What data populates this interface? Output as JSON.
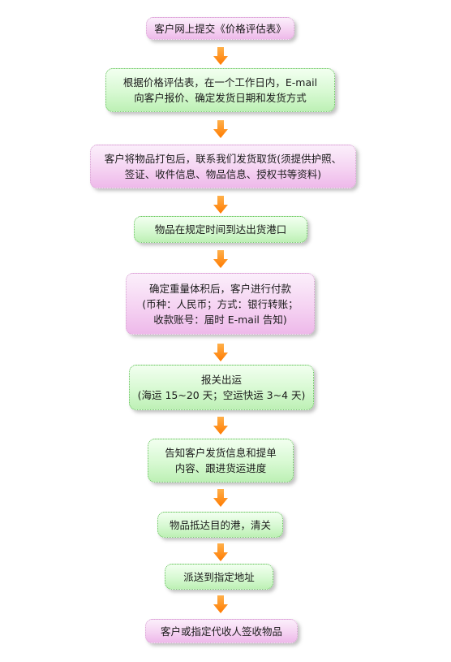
{
  "flow": {
    "colors": {
      "pink_box": "#f5d3f2",
      "green_box": "#d7f9d2",
      "arrow": "#ff8a1a"
    },
    "steps": [
      {
        "id": "submit-form",
        "style": "pink",
        "lines": [
          "客户网上提交《价格评估表》"
        ]
      },
      {
        "id": "quote",
        "style": "green",
        "lines": [
          "根据价格评估表，在一个工作日内，E-mail",
          "向客户报价、确定发货日期和发货方式"
        ]
      },
      {
        "id": "pack-contact",
        "style": "pink",
        "lines": [
          "客户将物品打包后，联系我们发货取货(须提供护照、",
          "签证、收件信息、物品信息、授权书等资料)"
        ]
      },
      {
        "id": "arrive-port",
        "style": "green",
        "lines": [
          "物品在规定时间到达出货港口"
        ]
      },
      {
        "id": "payment",
        "style": "pink",
        "lines": [
          "确定重量体积后，客户进行付款",
          "(币种：人民币；方式：银行转账；",
          "收款账号：届时 E-mail 告知)"
        ]
      },
      {
        "id": "customs-ship",
        "style": "green",
        "lines": [
          "报关出运",
          "(海运 15~20 天；空运快运 3~4 天)"
        ]
      },
      {
        "id": "notify",
        "style": "green",
        "lines": [
          "告知客户发货信息和提单",
          "内容、跟进货运进度"
        ]
      },
      {
        "id": "destination-clearance",
        "style": "green",
        "lines": [
          "物品抵达目的港，清关"
        ]
      },
      {
        "id": "delivery",
        "style": "green",
        "lines": [
          "派送到指定地址"
        ]
      },
      {
        "id": "sign-receipt",
        "style": "pink",
        "lines": [
          "客户或指定代收人签收物品"
        ]
      }
    ]
  }
}
